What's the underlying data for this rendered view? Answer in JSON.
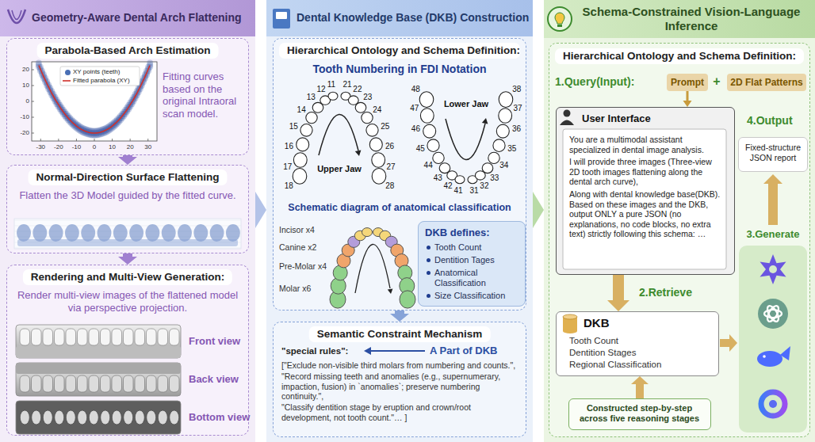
{
  "diagram": {
    "nodes": [
      {
        "text": [
          "Geometry-Aware Dental Arch Flattening"
        ]
      },
      {
        "text": [
          "Parabola-Based Arch Estimation",
          "Fitting curves based on the original Intraoral scan model."
        ],
        "in": 0
      },
      {
        "text": [
          "Normal-Direction Surface Flattening",
          "Flatten the 3D Model guided by the fitted curve."
        ],
        "in": 0
      },
      {
        "text": [
          "Rendering and Multi-View Generation:",
          "Render multi-view images of the flattened model via perspective projection."
        ],
        "in": 0
      },
      {
        "text": [
          "Dental Knowledge Base (DKB) Construction"
        ]
      },
      {
        "text": [
          "Hierarchical Ontology and Schema Definition:",
          "Tooth Numbering in FDI Notation",
          "Schematic diagram of anatomical classification"
        ],
        "in": 4
      },
      {
        "text": [
          "DKB defines:",
          "Tooth Count",
          "Dentition Tages",
          "Anatomical Classification",
          "Size Classification"
        ],
        "in": 5
      },
      {
        "text": [
          "Semantic Constraint Mechanism",
          "\"special rules\":",
          "[\"Exclude non-visible third molars from numbering and counts.\",",
          "\"Record missing teeth and anomalies (e.g., supernumerary, impaction, fusion) in `anomalies`; preserve numbering continuity.\",",
          "\"Classify dentition stage by eruption and crown/root development, not tooth count.\"… ]"
        ],
        "in": 4
      },
      {
        "text": [
          "Schema-Constrained Vision-Language Inference"
        ]
      },
      {
        "text": [
          "Hierarchical Ontology and Schema Definition:"
        ],
        "in": 8
      },
      {
        "text": [
          "Prompt"
        ],
        "in": 9
      },
      {
        "text": [
          "2D Flat Patterns"
        ],
        "in": 9
      },
      {
        "text": [
          "User Interface",
          "You are a multimodal assistant specialized in dental image analysis.",
          "I will provide three images (Three-view 2D tooth images flattening along the dental arch curve),",
          "Along with dental knowledge base(DKB). Based on these images and the DKB, output ONLY a pure JSON (no explanations, no code blocks, no extra text) strictly following this schema: …"
        ],
        "in": 9
      },
      {
        "text": [
          "DKB",
          "Tooth Count",
          "Dentition Stages",
          "Regional Classification"
        ],
        "in": 9
      },
      {
        "text": [
          "Constructed step-by-step across five reasoning stages"
        ],
        "in": 9
      },
      {
        "text": [
          "Fixed-structure JSON report"
        ],
        "in": 9
      }
    ],
    "edges": [
      {
        "from": 1,
        "to": 2,
        "arrow": "to"
      },
      {
        "from": 2,
        "to": 3,
        "arrow": "to"
      },
      {
        "from": 0,
        "to": 4,
        "arrow": "to"
      },
      {
        "from": 5,
        "to": 7,
        "arrow": "to"
      },
      {
        "from": 4,
        "to": 8,
        "arrow": "to"
      },
      {
        "from": 10,
        "to": 12,
        "arrow": "to"
      },
      {
        "from": 12,
        "to": 13,
        "arrow": "to"
      },
      {
        "from": 14,
        "to": 13,
        "arrow": "to"
      }
    ],
    "labels": [
      "20",
      "10",
      "0",
      "-10",
      "-20",
      "-30",
      "-20",
      "-10",
      "0",
      "10",
      "20",
      "30",
      "Front view",
      "Back view",
      "Bottom view",
      "18",
      "17",
      "16",
      "15",
      "14",
      "13",
      "12",
      "11",
      "21",
      "22",
      "23",
      "24",
      "25",
      "26",
      "27",
      "28",
      "48",
      "47",
      "46",
      "45",
      "44",
      "43",
      "42",
      "41",
      "31",
      "32",
      "33",
      "34",
      "35",
      "36",
      "37",
      "38",
      "Upper Jaw",
      "Lower Jaw",
      "Incisor x4",
      "Canine x2",
      "Pre-Molar x4",
      "Molar x6",
      "A Part of DKB",
      "1.Query(Input):",
      "+",
      "4.Output",
      "2.Retrieve",
      "3.Generate"
    ],
    "legend": [
      {
        "text": "XY points (teeth)",
        "color": "#4a6fb5"
      },
      {
        "text": "Fitted parabola (XY)"
      }
    ]
  }
}
